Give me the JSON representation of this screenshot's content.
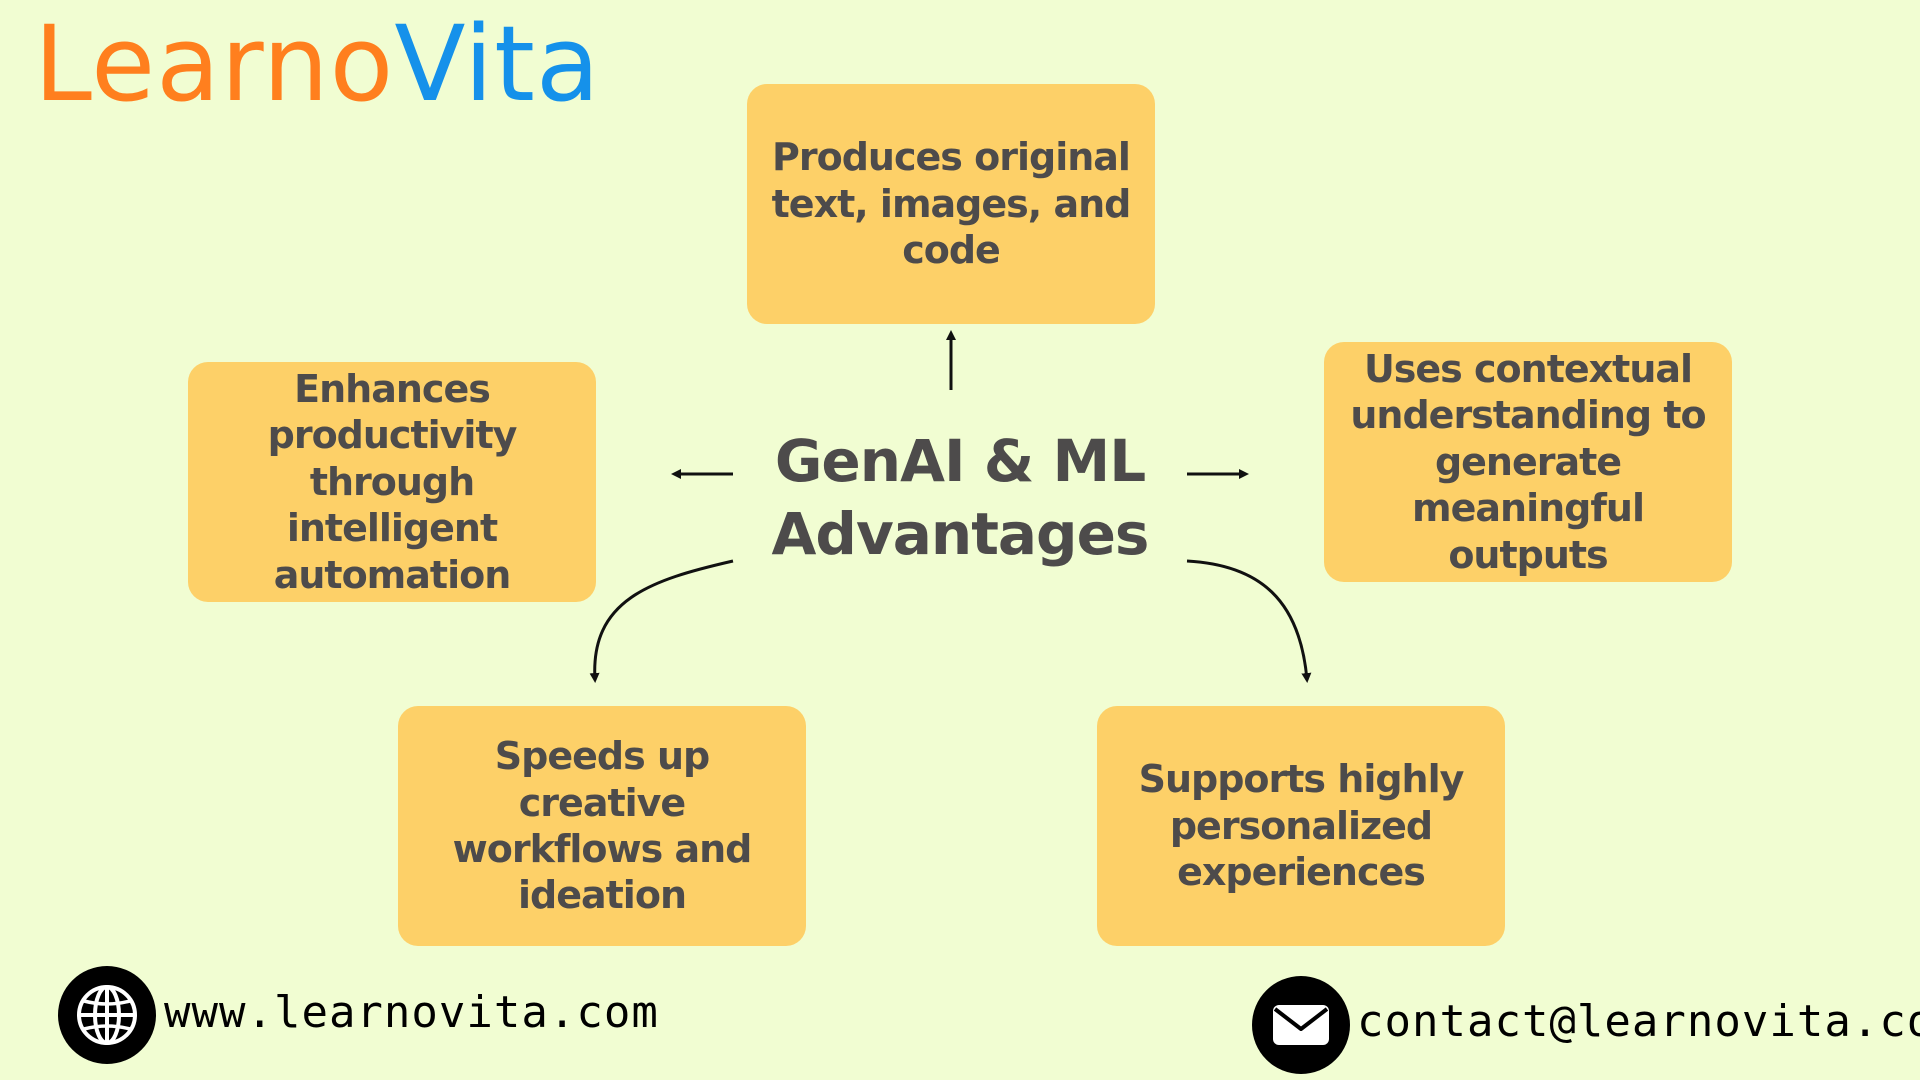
{
  "brand": {
    "logo_part1": "Learno",
    "logo_part2": "Vita",
    "color_orange": "#ff7f1e",
    "color_blue": "#1591ea"
  },
  "center": {
    "title": "GenAI & ML Advantages"
  },
  "boxes": {
    "top": "Produces original text, images, and code",
    "left": "Enhances productivity through intelligent automation",
    "right": "Uses contextual understanding to generate meaningful outputs",
    "bottom_left": "Speeds up creative workflows and ideation",
    "bottom_right": "Supports highly personalized experiences"
  },
  "footer": {
    "website": "www.learnovita.com",
    "email": "contact@learnovita.com",
    "website_icon": "globe-icon",
    "email_icon": "envelope-icon"
  },
  "colors": {
    "background": "#f1fdd2",
    "box_fill": "#fdd068",
    "text": "#4d4b4b"
  }
}
